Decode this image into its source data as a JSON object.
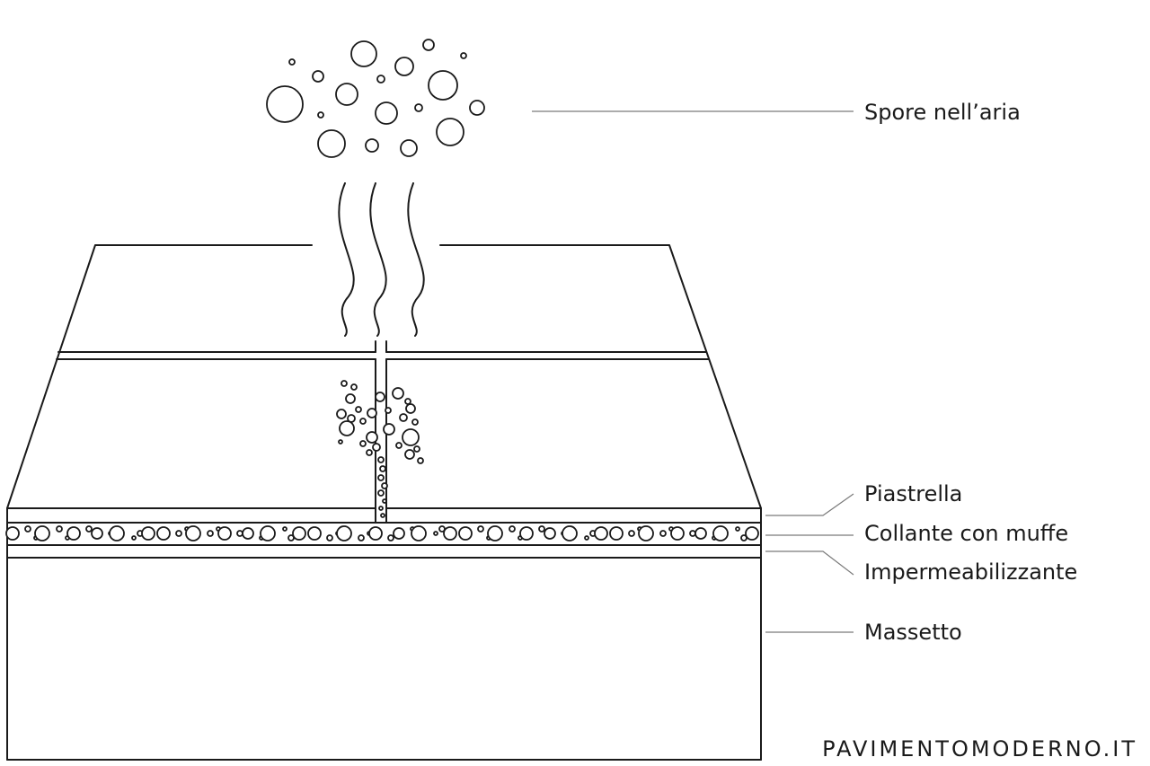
{
  "labels": {
    "spore": "Spore nell’aria",
    "piastrella": "Piastrella",
    "collante": "Collante con muffe",
    "impermeabilizzante": "Impermeabilizzante",
    "massetto": "Massetto"
  },
  "watermark": "PAVIMENTOMODERNO.IT",
  "colors": {
    "line": "#1a1a1a",
    "leader": "#7a7a7a",
    "background": "#ffffff"
  }
}
